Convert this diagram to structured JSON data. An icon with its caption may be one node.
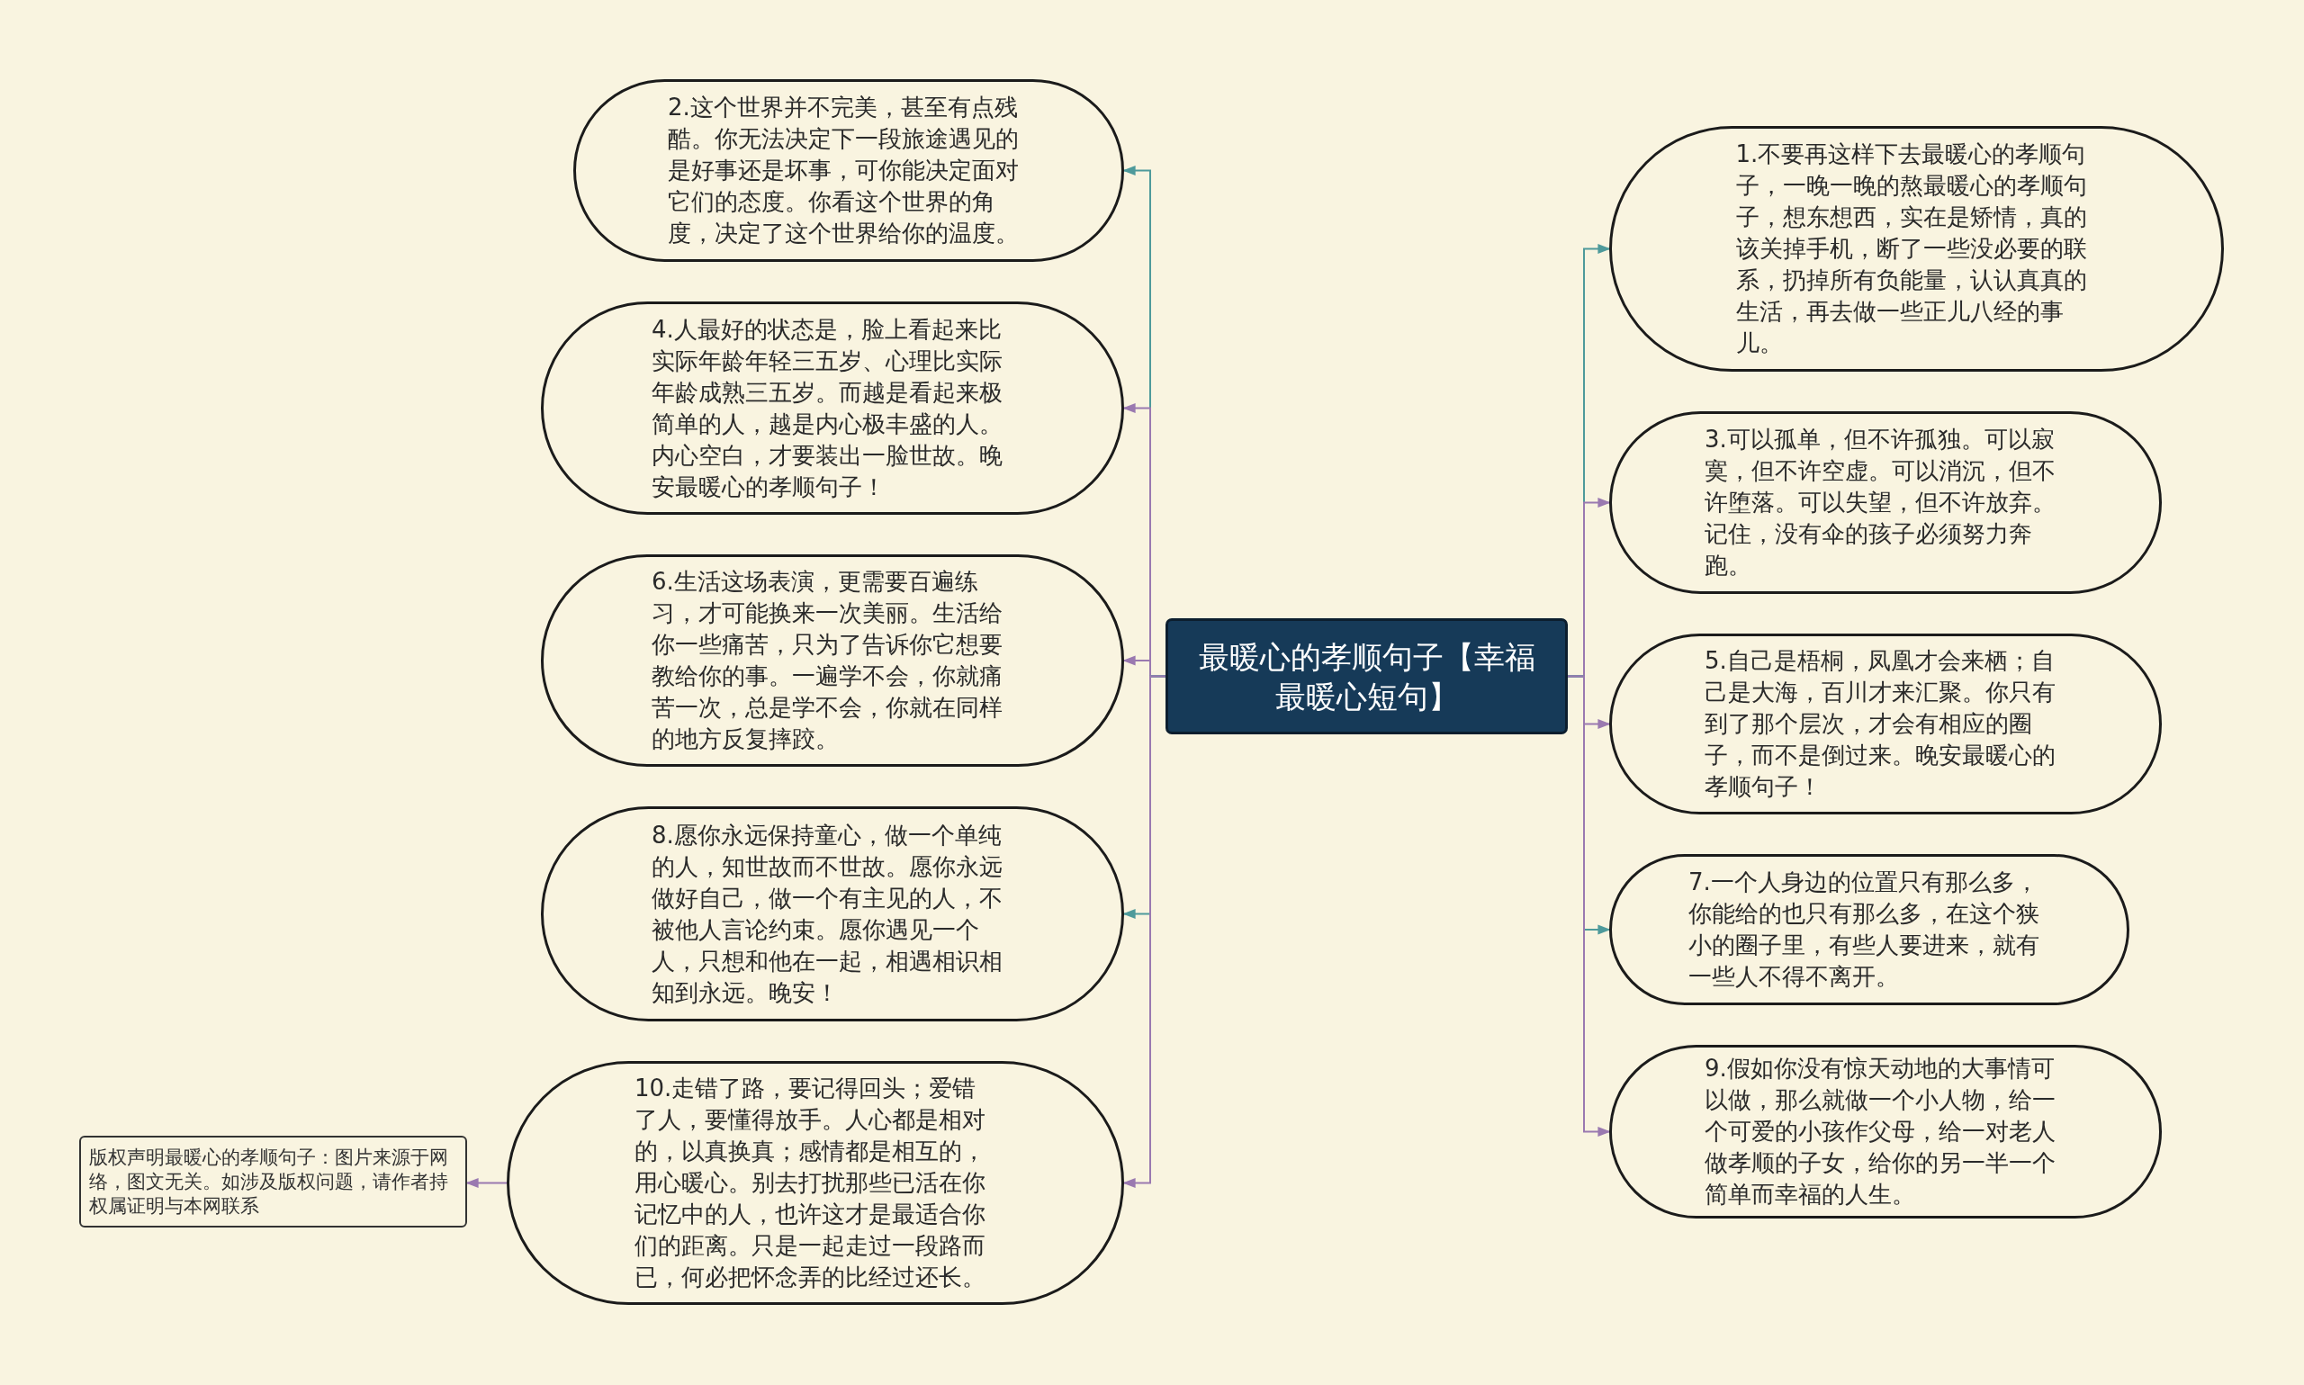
{
  "diagram": {
    "nodes": [
      {
        "text": [
          "最暖心的孝顺句子【幸福最暖心短句】"
        ]
      },
      {
        "text": [
          "2.这个世界并不完美，甚至有点残酷。你无法决定下一段旅途遇见的是好事还是坏事，可你能决定面对它们的态度。你看这个世界的角度，决定了这个世界给你的温度。"
        ]
      },
      {
        "text": [
          "4.人最好的状态是，脸上看起来比实际年龄年轻三五岁、心理比实际年龄成熟三五岁。而越是看起来极简单的人，越是内心极丰盛的人。内心空白，才要装出一脸世故。晚安最暖心的孝顺句子！"
        ]
      },
      {
        "text": [
          "6.生活这场表演，更需要百遍练习，才可能换来一次美丽。生活给你一些痛苦，只为了告诉你它想要教给你的事。一遍学不会，你就痛苦一次，总是学不会，你就在同样的地方反复摔跤。"
        ]
      },
      {
        "text": [
          "8.愿你永远保持童心，做一个单纯的人，知世故而不世故。愿你永远做好自己，做一个有主见的人，不被他人言论约束。愿你遇见一个人，只想和他在一起，相遇相识相知到永远。晚安！"
        ]
      },
      {
        "text": [
          "10.走错了路，要记得回头；爱错了人，要懂得放手。人心都是相对的，以真换真；感情都是相互的，用心暖心。别去打扰那些已活在你记忆中的人，也许这才是最适合你们的距离。只是一起走过一段路而已，何必把怀念弄的比经过还长。"
        ]
      },
      {
        "text": [
          "1.不要再这样下去最暖心的孝顺句子，一晚一晚的熬最暖心的孝顺句子，想东想西，实在是矫情，真的该关掉手机，断了一些没必要的联系，扔掉所有负能量，认认真真的生活，再去做一些正儿八经的事儿。"
        ]
      },
      {
        "text": [
          "3.可以孤单，但不许孤独。可以寂寞，但不许空虚。可以消沉，但不许堕落。可以失望，但不许放弃。记住，没有伞的孩子必须努力奔跑。"
        ]
      },
      {
        "text": [
          "5.自己是梧桐，凤凰才会来栖；自己是大海，百川才来汇聚。你只有到了那个层次，才会有相应的圈子，而不是倒过来。晚安最暖心的孝顺句子！"
        ]
      },
      {
        "text": [
          "7.一个人身边的位置只有那么多，你能给的也只有那么多，在这个狭小的圈子里，有些人要进来，就有一些人不得不离开。"
        ]
      },
      {
        "text": [
          "9.假如你没有惊天动地的大事情可以做，那么就做一个小人物，给一个可爱的小孩作父母，给一对老人做孝顺的子女，给你的另一半一个简单而幸福的人生。"
        ]
      },
      {
        "text": [
          "版权声明最暖心的孝顺句子：图片来源于网络，图文无关。如涉及版权问题，请作者持权属证明与本网联系"
        ]
      }
    ],
    "edges": [
      {
        "from": 0,
        "to": 1,
        "arrow": "to",
        "color": "#4e9a9b"
      },
      {
        "from": 0,
        "to": 2,
        "arrow": "to"
      },
      {
        "from": 0,
        "to": 3,
        "arrow": "to"
      },
      {
        "from": 0,
        "to": 4,
        "arrow": "to",
        "color": "#4e9a9b"
      },
      {
        "from": 0,
        "to": 5,
        "arrow": "to"
      },
      {
        "from": 0,
        "to": 6,
        "arrow": "to",
        "color": "#4e9a9b"
      },
      {
        "from": 0,
        "to": 7,
        "arrow": "to"
      },
      {
        "from": 0,
        "to": 8,
        "arrow": "to"
      },
      {
        "from": 0,
        "to": 9,
        "arrow": "to",
        "color": "#4e9a9b"
      },
      {
        "from": 0,
        "to": 10,
        "arrow": "to"
      },
      {
        "from": 5,
        "to": 11,
        "arrow": "to"
      }
    ]
  }
}
